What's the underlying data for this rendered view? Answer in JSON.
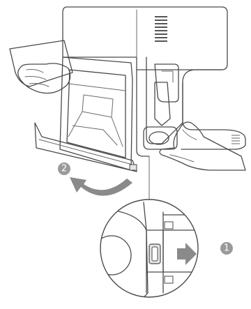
{
  "steps": [
    {
      "label": "1",
      "color": "#9a9a9a"
    },
    {
      "label": "2",
      "color": "#9a9a9a"
    }
  ],
  "colors": {
    "line": "#4a4a4a",
    "arrow": "#8a8a8a",
    "fill_light": "#f2f2f2",
    "fill_mid": "#e3e3e3"
  },
  "icons": [
    "vacuum-body",
    "dust-bin",
    "hand",
    "curved-arrow",
    "right-arrow",
    "magnifier-circle"
  ]
}
